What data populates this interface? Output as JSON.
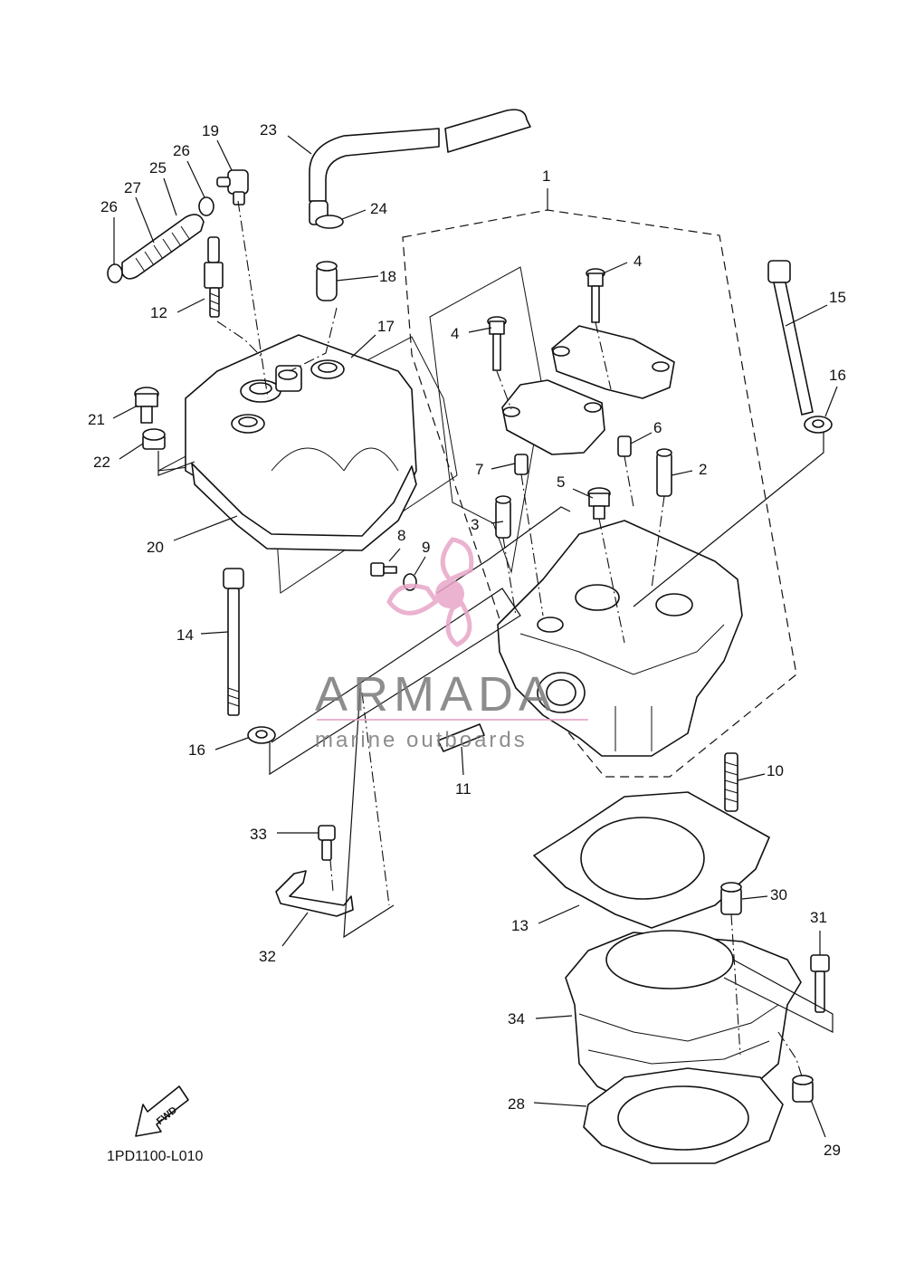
{
  "diagram": {
    "drawing_code": "1PD1100-L010",
    "fwd_label": "FWD",
    "callouts": [
      "1",
      "2",
      "3",
      "4",
      "4",
      "5",
      "6",
      "7",
      "8",
      "9",
      "10",
      "11",
      "12",
      "13",
      "14",
      "15",
      "16",
      "16",
      "17",
      "18",
      "19",
      "20",
      "21",
      "22",
      "23",
      "24",
      "25",
      "26",
      "26",
      "27",
      "28",
      "29",
      "30",
      "31",
      "32",
      "33",
      "34"
    ]
  },
  "watermark": {
    "name": "ARMADA",
    "tagline": "marine outboards",
    "accent_color": "#e8a6c8"
  },
  "colors": {
    "ink": "#111111",
    "paper": "#ffffff"
  }
}
